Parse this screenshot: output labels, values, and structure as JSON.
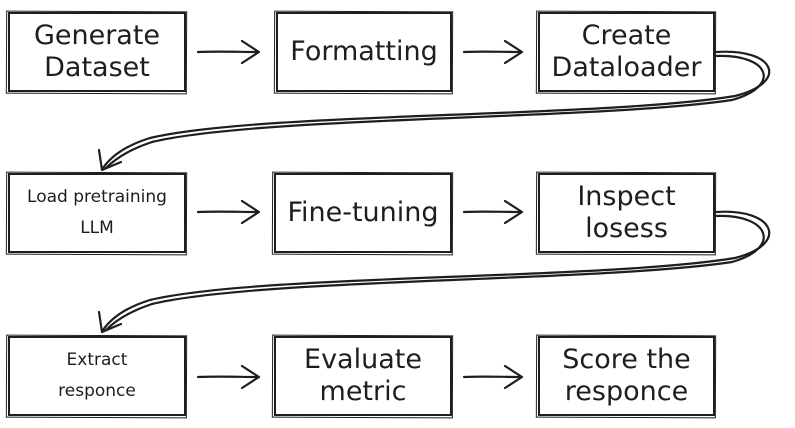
{
  "steps": [
    {
      "lines": [
        "Generate",
        "Dataset"
      ]
    },
    {
      "lines": [
        "Formatting"
      ]
    },
    {
      "lines": [
        "Create",
        "Dataloader"
      ]
    },
    {
      "lines": [
        "Load pretraining",
        "LLM"
      ]
    },
    {
      "lines": [
        "Fine-tuning"
      ]
    },
    {
      "lines": [
        "Inspect",
        "losess"
      ]
    },
    {
      "lines": [
        "Extract",
        "responce"
      ]
    },
    {
      "lines": [
        "Evaluate",
        "metric"
      ]
    },
    {
      "lines": [
        "Score the",
        "responce"
      ]
    }
  ],
  "colors": {
    "stroke": "#1e1e1e",
    "background": "#ffffff"
  }
}
